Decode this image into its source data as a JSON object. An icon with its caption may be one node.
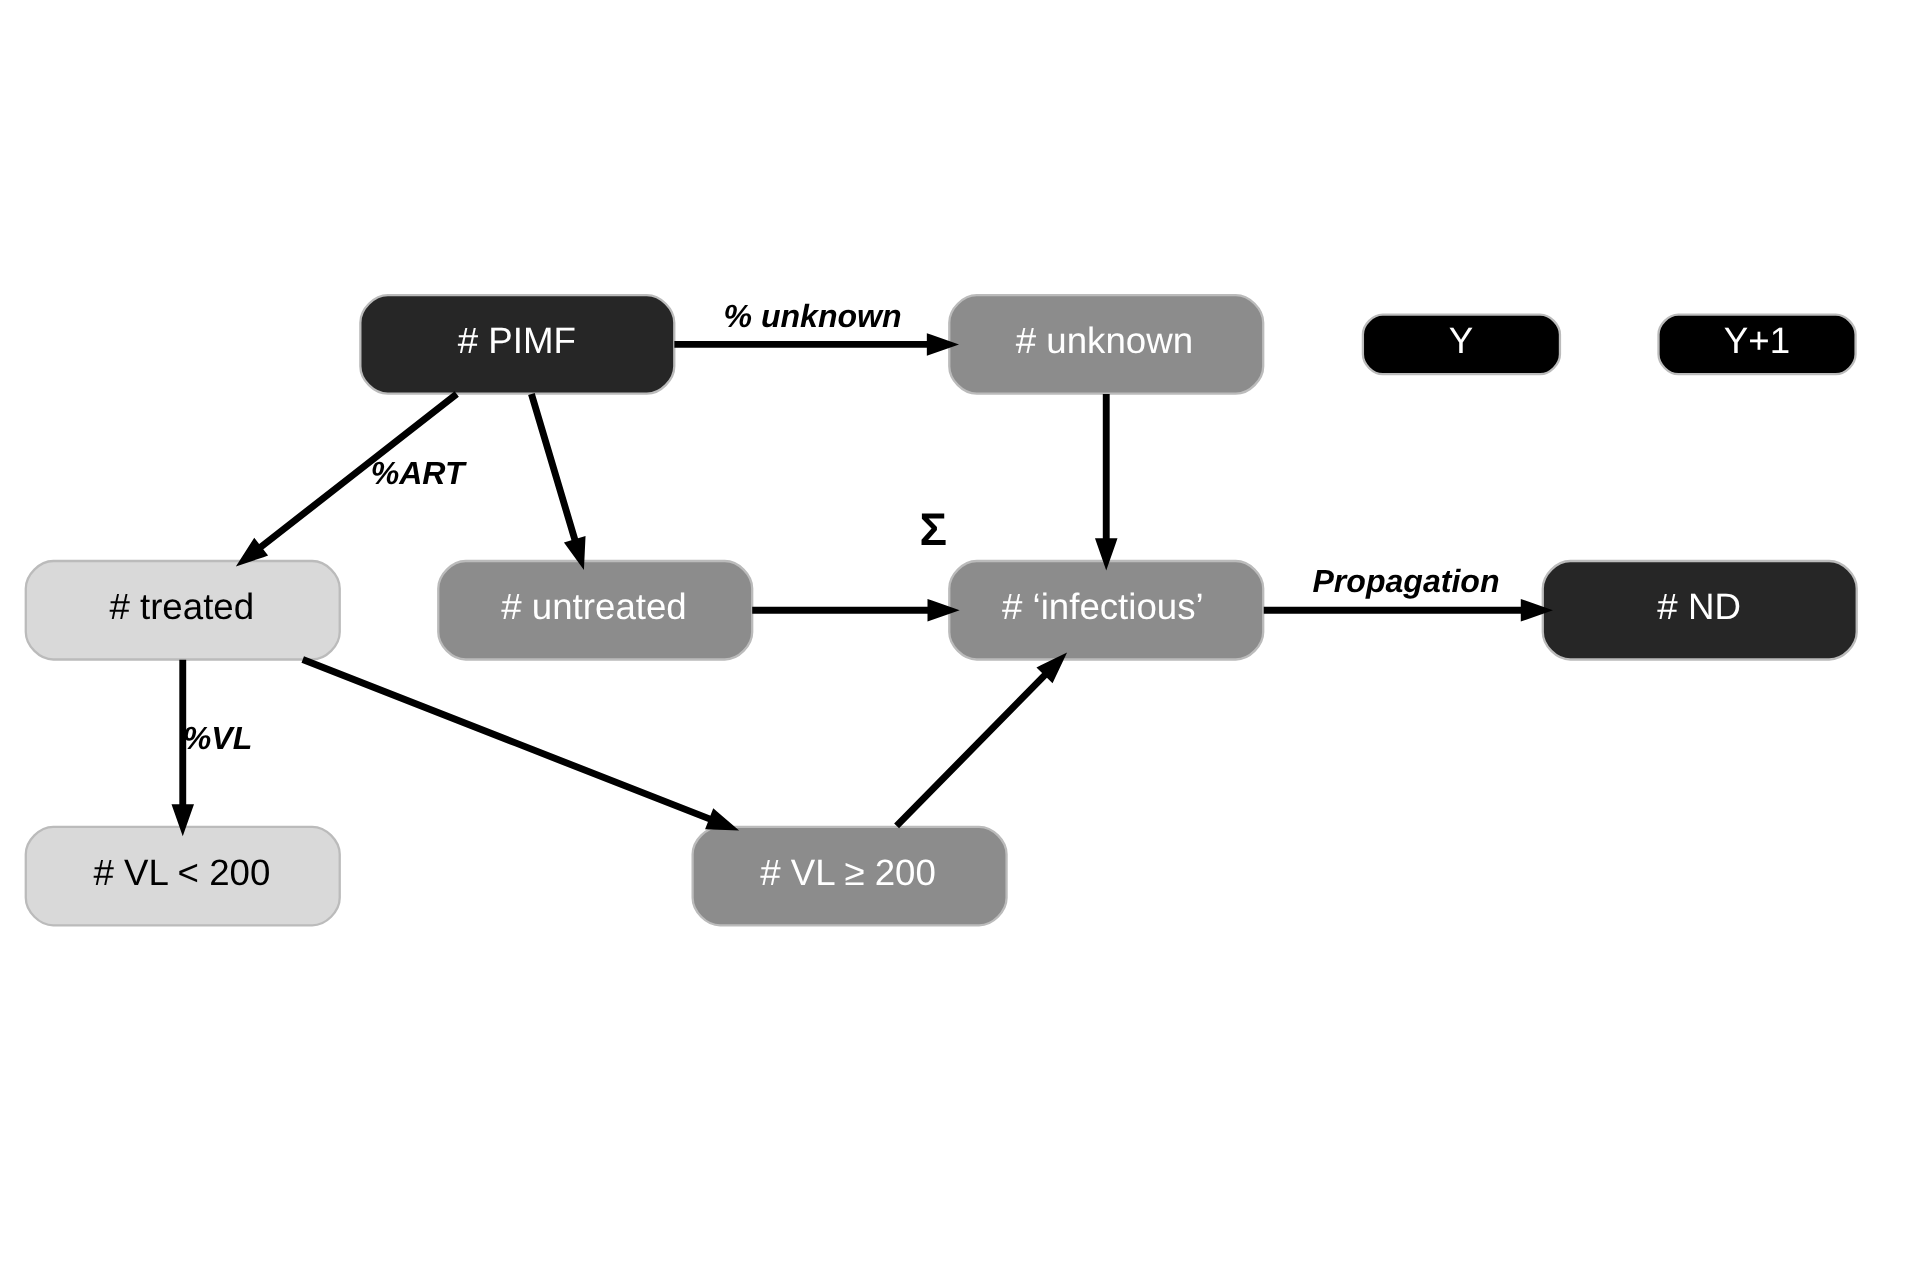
{
  "diagram": {
    "nodes": [
      {
        "text": [
          "# PIMF"
        ]
      },
      {
        "text": [
          "# unknown"
        ]
      },
      {
        "text": [
          "# treated"
        ]
      },
      {
        "text": [
          "# untreated"
        ]
      },
      {
        "text": [
          "# VL < 200"
        ]
      },
      {
        "text": [
          "# VL ≥ 200"
        ]
      },
      {
        "text": [
          "# ‘infectious’"
        ],
        "beside": [
          "Σ"
        ]
      },
      {
        "text": [
          "# ND"
        ]
      },
      {
        "text": [
          "Y"
        ]
      },
      {
        "text": [
          "Y+1"
        ]
      }
    ],
    "edges": [
      {
        "from": 0,
        "to": 1,
        "arrow": "to",
        "label": "% unknown"
      },
      {
        "from": 0,
        "to": 2,
        "arrow": "to",
        "label": "%ART"
      },
      {
        "from": 0,
        "to": 3,
        "arrow": "to"
      },
      {
        "from": 2,
        "to": 4,
        "arrow": "to",
        "label": "%VL"
      },
      {
        "from": 2,
        "to": 5,
        "arrow": "to"
      },
      {
        "from": 1,
        "to": 6,
        "arrow": "to"
      },
      {
        "from": 3,
        "to": 6,
        "arrow": "to"
      },
      {
        "from": 5,
        "to": 6,
        "arrow": "to"
      },
      {
        "from": 6,
        "to": 7,
        "arrow": "to",
        "label": "Propagation"
      }
    ]
  }
}
